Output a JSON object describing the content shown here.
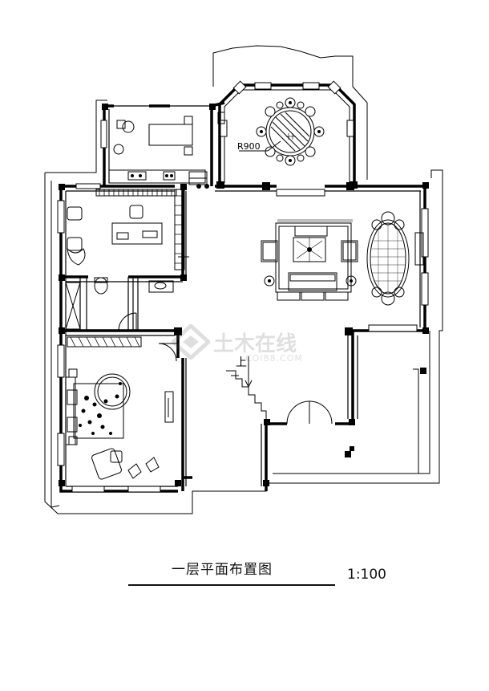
{
  "drawing": {
    "title": "一层平面布置图",
    "scale": "1:100",
    "radius_note": "R900",
    "stair_label": "上"
  },
  "watermark": {
    "name": "土木在线",
    "url": "COI88.COM"
  },
  "colors": {
    "line": "#000000",
    "background": "#ffffff"
  }
}
